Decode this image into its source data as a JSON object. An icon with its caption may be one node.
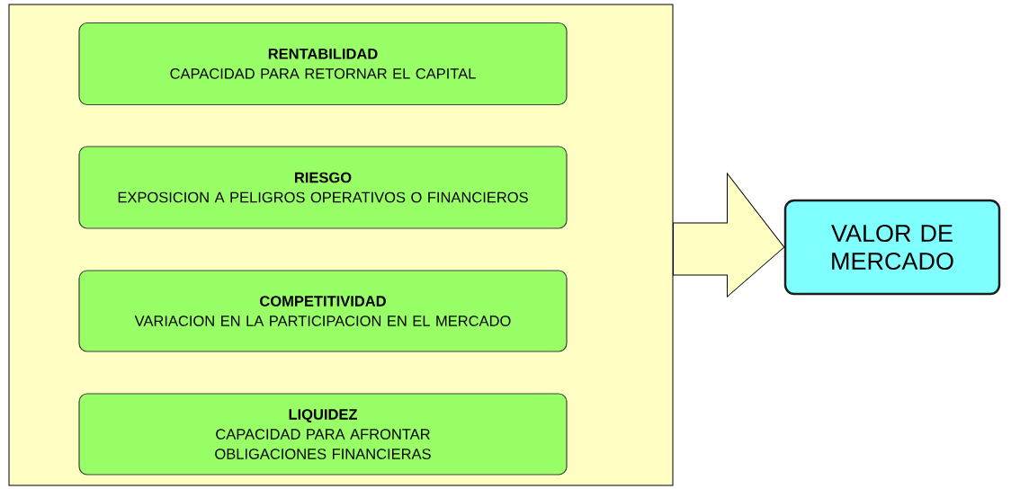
{
  "diagram": {
    "nodes": [
      {
        "text": [],
        "shape": "box"
      },
      {
        "text": [
          "RENTABILIDAD",
          "CAPACIDAD PARA RETORNAR EL CAPITAL"
        ],
        "in": 0
      },
      {
        "text": [
          "RIESGO",
          "EXPOSICION A PELIGROS OPERATIVOS O FINANCIEROS"
        ],
        "in": 0
      },
      {
        "text": [
          "COMPETITIVIDAD",
          "VARIACION EN LA PARTICIPACION EN EL MERCADO"
        ],
        "in": 0
      },
      {
        "text": [
          "LIQUIDEZ",
          "CAPACIDAD PARA AFRONTAR OBLIGACIONES FINANCIERAS"
        ],
        "in": 0
      },
      {
        "text": [
          "VALOR DE MERCADO"
        ]
      }
    ],
    "edges": [
      {
        "from": 0,
        "to": 5,
        "arrow": "to"
      }
    ]
  }
}
